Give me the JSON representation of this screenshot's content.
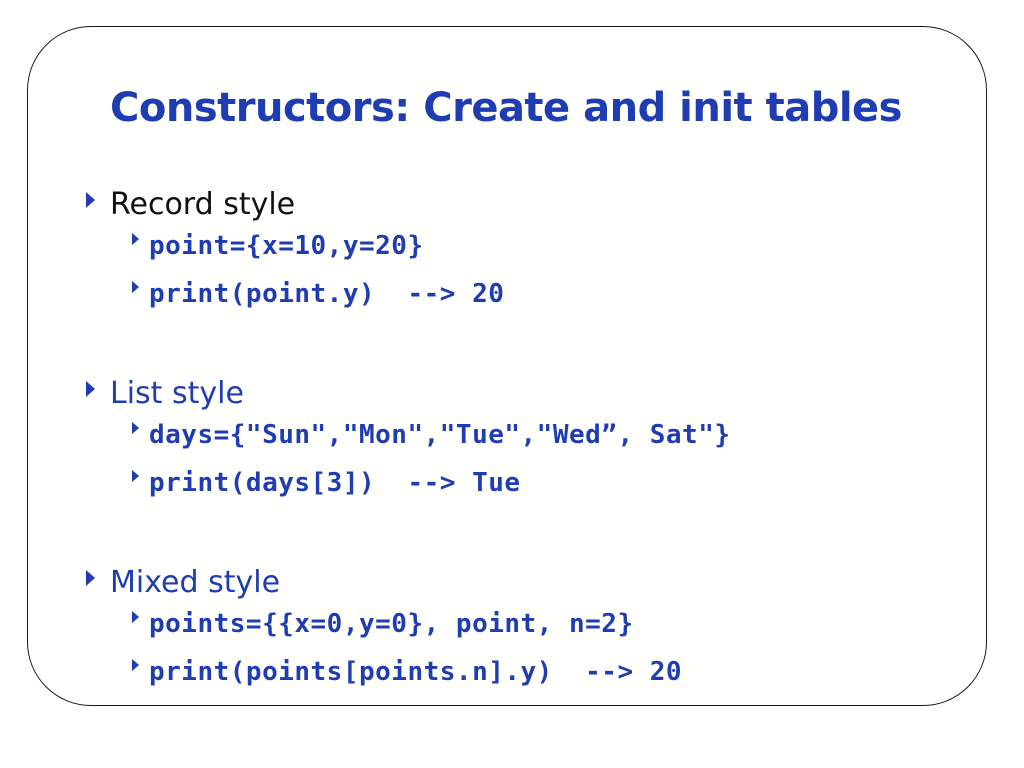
{
  "slide": {
    "title": "Constructors: Create and init tables",
    "sections": [
      {
        "heading": "Record style",
        "lines": [
          "point={x=10,y=20}",
          "print(point.y)  --> 20"
        ]
      },
      {
        "heading": "List style",
        "lines": [
          "days={\"Sun\",\"Mon\",\"Tue\",\"Wed”, Sat\"}",
          "print(days[3])  --> Tue"
        ]
      },
      {
        "heading": "Mixed style",
        "lines": [
          "points={{x=0,y=0}, point, n=2}",
          "print(points[points.n].y)  --> 20"
        ]
      }
    ]
  },
  "colors": {
    "accent": "#1f3cb3",
    "text": "#111111",
    "border": "#1a1a1a"
  },
  "icons": {
    "bullet": "triangle-bullet-icon"
  }
}
